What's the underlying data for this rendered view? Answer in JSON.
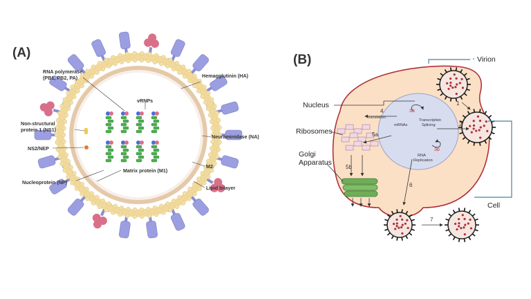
{
  "panel_a": {
    "label": "(A)",
    "labels": {
      "rna_polymerase": [
        "RNA polymerase",
        "(PB1, PB2, PA)"
      ],
      "hemagglutinin": "Hemagglutinin (HA)",
      "vrnps": "vRNPs",
      "ns1": [
        "Non-structural",
        "protein 1 (NS1)"
      ],
      "neuraminidase": "Neuraminidase (NA)",
      "ns2_nep": "NS2/NEP",
      "m2": "M2",
      "matrix": "Matrix protein (M1)",
      "nucleoprotein": "Nucleoprotein (NP)",
      "lipid_bilayer": "Lipid bilayer"
    }
  },
  "panel_b": {
    "label": "(B)",
    "labels": {
      "virion": "Virion",
      "nucleus": "Nucleus",
      "ribosomes": "Ribosomes",
      "golgi": [
        "Golgi",
        "Apparatus"
      ],
      "cell": "Cell",
      "translation": "translation",
      "mrnas": "mRNAs",
      "transcription": [
        "Transcription",
        "Splicing"
      ],
      "rna_replication": [
        "RNA",
        "Replication"
      ]
    },
    "steps": {
      "s1": "1",
      "s2": "2",
      "s3a": "3a",
      "s3b": "3b",
      "s4": "4",
      "s5a": "5a",
      "s5b": "5b",
      "s6": "6",
      "s7": "7"
    }
  },
  "colors": {
    "spike_ha": "#9b9ee0",
    "spike_na": "#d9708a",
    "m2": "#4a8fb0",
    "lipid": "#f0d99a",
    "matrix": "#e5c9a8",
    "vrnp": "#4caf50",
    "cell_fill": "#fbe0c6",
    "cell_edge": "#b0303a",
    "nucleus_fill": "#d7dcef",
    "virion_edge": "#222222",
    "virion_dots": "#b0303a",
    "golgi": "#6fae58"
  }
}
